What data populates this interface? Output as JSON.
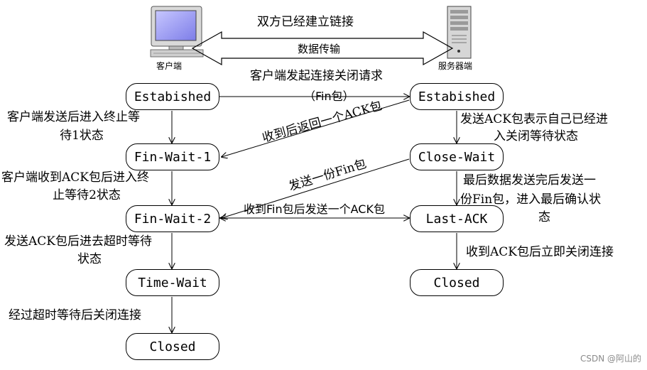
{
  "top": {
    "client_label": "客户端",
    "server_label": "服务器端",
    "link_label": "双方已经建立链接",
    "transfer_label": "数据传输"
  },
  "client": {
    "states": [
      "Estabished",
      "Fin-Wait-1",
      "Fin-Wait-2",
      "Time-Wait",
      "Closed"
    ],
    "notes": [
      [
        "客户端发送后进入终止等",
        "待1状态"
      ],
      [
        "客户端收到ACK包后进入终",
        "止等待2状态"
      ],
      [
        "发送ACK包后进去超时等待",
        "状态"
      ],
      [
        "经过超时等待后关闭连接"
      ]
    ]
  },
  "server": {
    "states": [
      "Estabished",
      "Close-Wait",
      "Last-ACK",
      "Closed"
    ],
    "notes": [
      [
        "发送ACK包表示自己已经进",
        "入关闭等待状态"
      ],
      [
        "最后数据发送完后发送一",
        "份Fin包，进入最后确认状",
        "态"
      ],
      [
        "收到ACK包后立即关闭连接"
      ]
    ]
  },
  "messages": {
    "close_request": [
      "客户端发起连接关闭请求",
      "（Fin包）"
    ],
    "ack_back": "收到后返回一个ACK包",
    "fin_send": "发送一份Fin包",
    "final_ack": "收到Fin包后发送一个ACK包"
  },
  "watermark": "CSDN @阿山的"
}
